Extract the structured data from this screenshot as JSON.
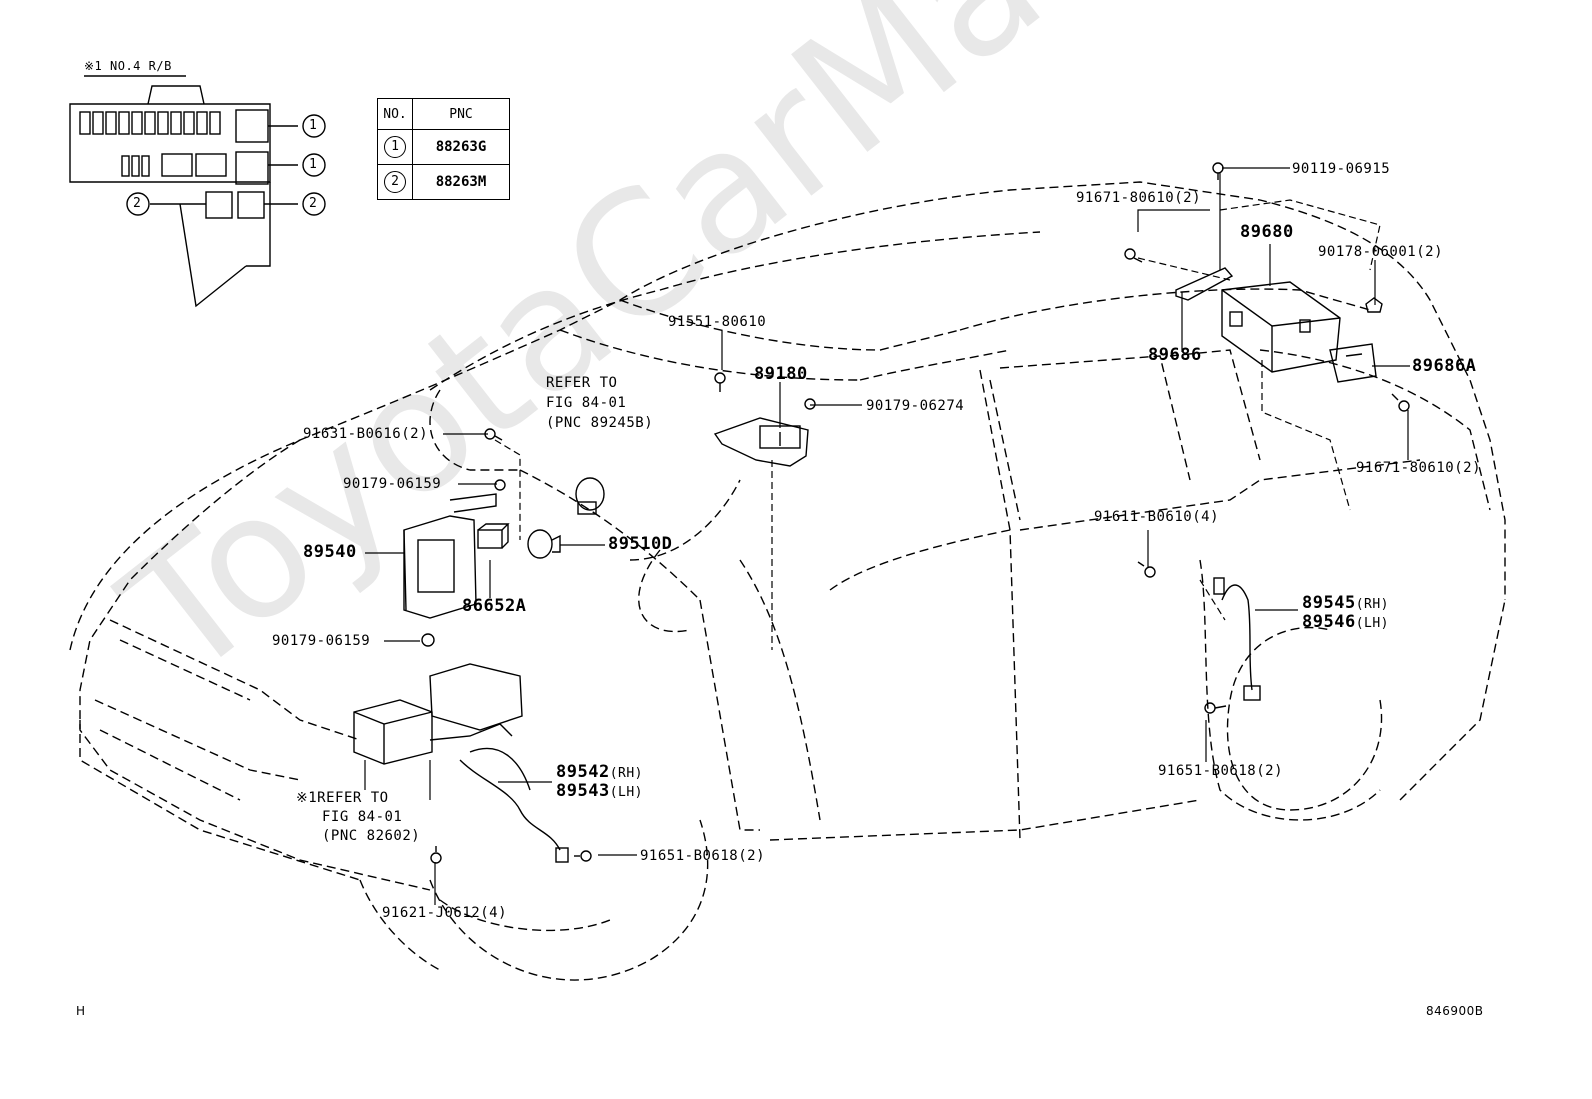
{
  "inset": {
    "title": "※1 NO.4 R/B",
    "callout_1": "1",
    "callout_2": "2"
  },
  "pnc_table": {
    "header_no": "NO.",
    "header_pnc": "PNC",
    "rows": [
      {
        "no": "1",
        "pnc": "88263G"
      },
      {
        "no": "2",
        "pnc": "88263M"
      }
    ]
  },
  "labels": {
    "p90119": "90119-06915",
    "p91671a": "91671-80610(2)",
    "p89680": "89680",
    "p90178": "90178-06001(2)",
    "p89686": "89686",
    "p89686a": "89686A",
    "p91671b": "91671-80610(2)",
    "p91551": "91551-80610",
    "p89180": "89180",
    "p90179_06274": "90179-06274",
    "refer1_l1": "REFER TO",
    "refer1_l2": "FIG 84-01",
    "refer1_l3": "(PNC 89245B)",
    "p91631": "91631-B0616(2)",
    "p90179_06159a": "90179-06159",
    "p89540": "89540",
    "p89510d": "89510D",
    "p86652a": "86652A",
    "p90179_06159b": "90179-06159",
    "p91611": "91611-B0610(4)",
    "p89545": "89545",
    "p89545_side": "(RH)",
    "p89546": "89546",
    "p89546_side": "(LH)",
    "p91651a": "91651-B0618(2)",
    "p89542": "89542",
    "p89542_side": "(RH)",
    "p89543": "89543",
    "p89543_side": "(LH)",
    "refer2_l1": "※1REFER TO",
    "refer2_l2": "FIG 84-01",
    "refer2_l3": "(PNC 82602)",
    "p91651b": "91651-B0618(2)",
    "p91621": "91621-J0612(4)"
  },
  "footer": {
    "left_mark": "H",
    "figure_id": "846900B"
  },
  "watermark": "ToyotaCarManual.ru"
}
